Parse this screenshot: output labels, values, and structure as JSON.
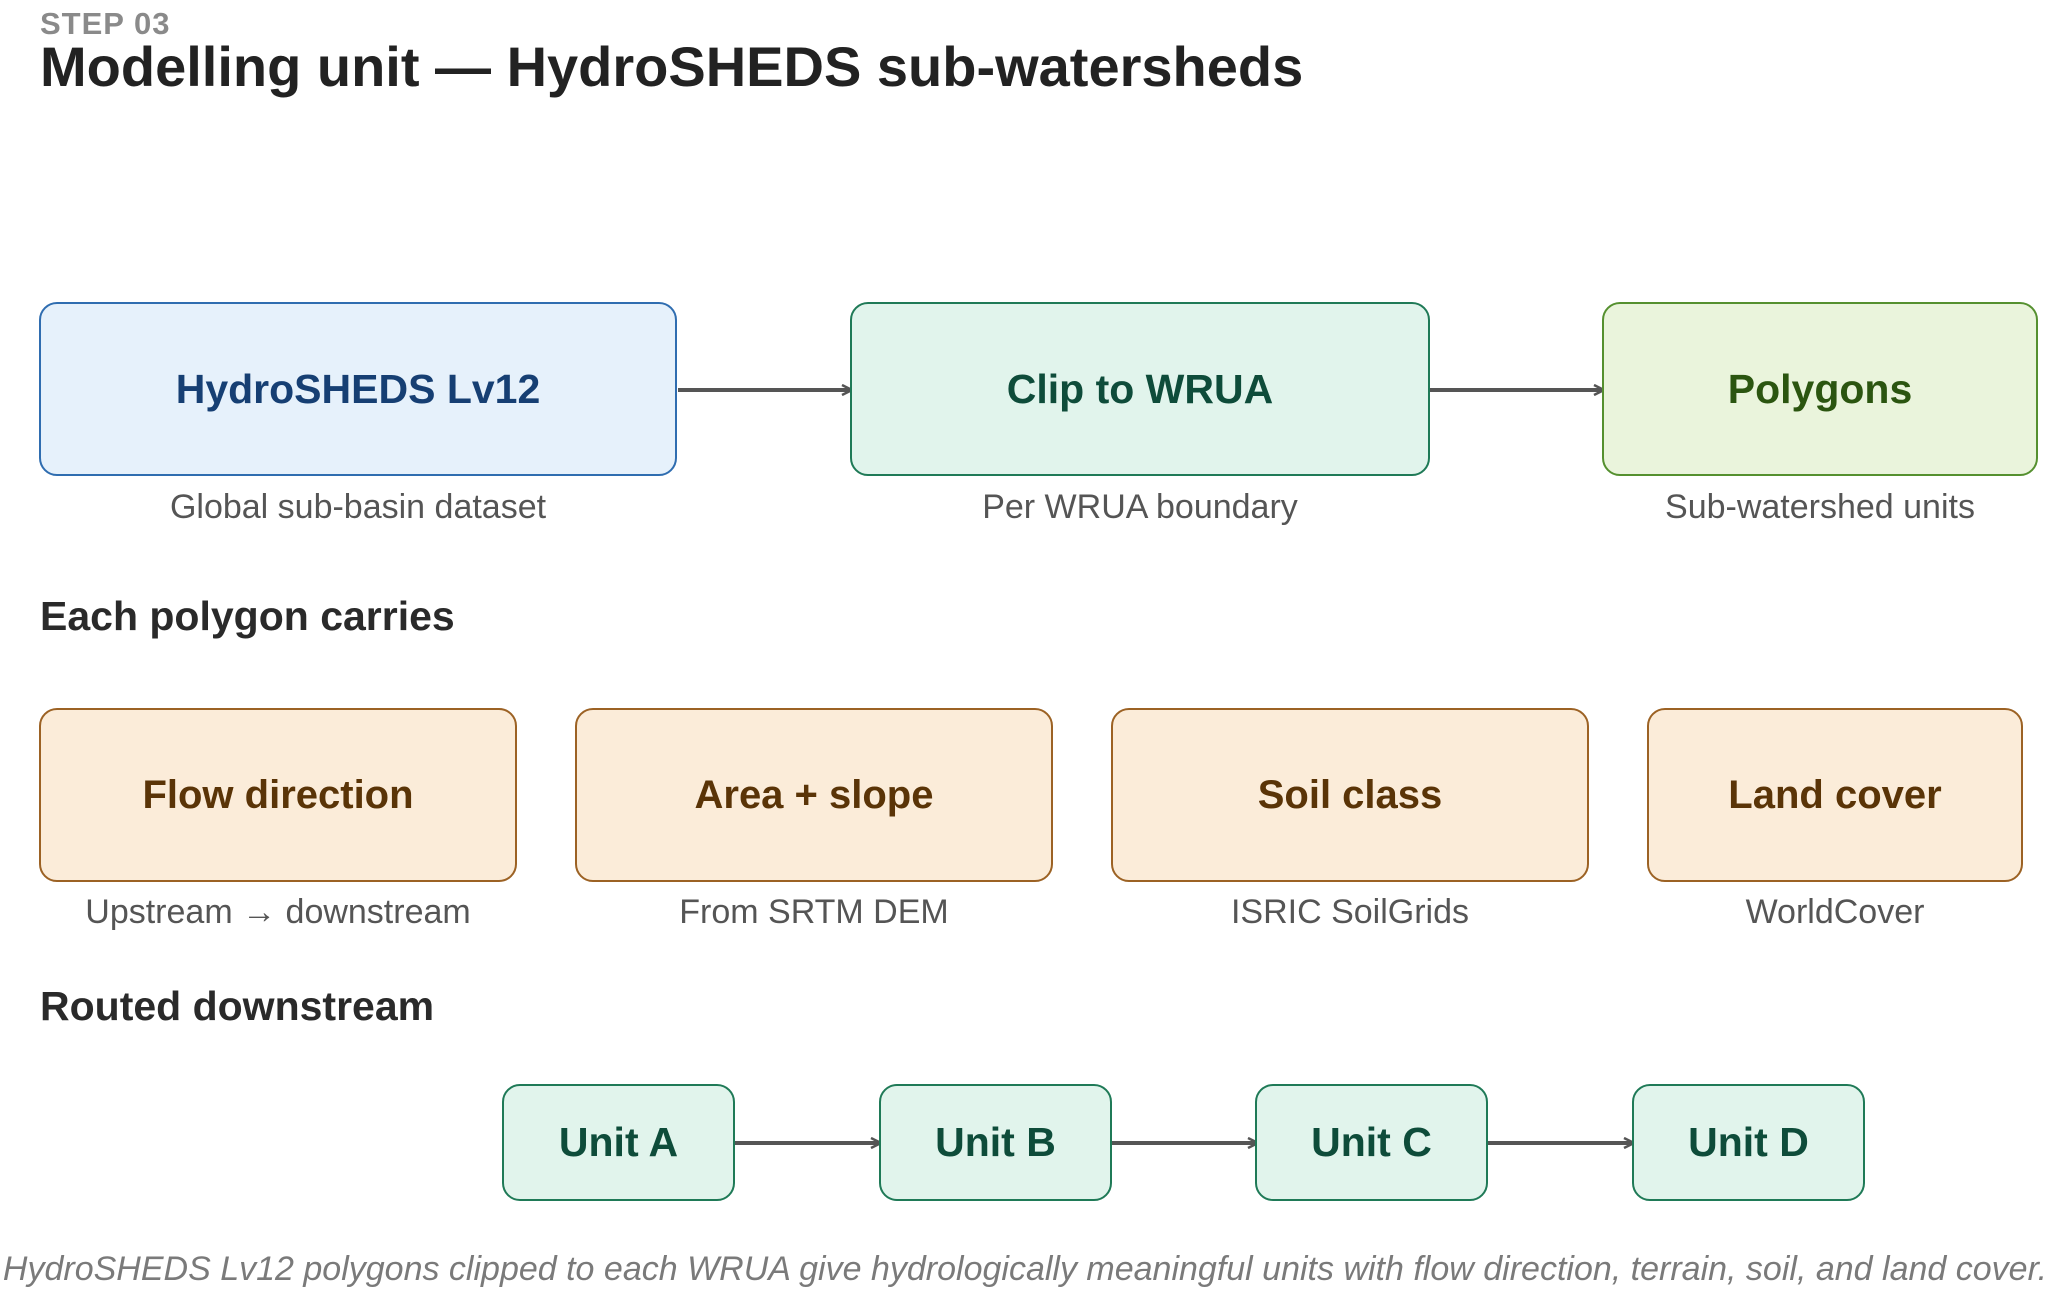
{
  "header": {
    "step": "STEP 03",
    "title": "Modelling unit — HydroSHEDS sub-watersheds"
  },
  "pipeline": [
    {
      "label": "HydroSHEDS Lv12",
      "sub": "Global sub-basin dataset",
      "color": "#e6f1fb"
    },
    {
      "label": "Clip to WRUA",
      "sub": "Per WRUA boundary",
      "color": "#e1f4ec"
    },
    {
      "label": "Polygons",
      "sub": "Sub-watershed units",
      "color": "#eaf4dc"
    }
  ],
  "attributes": {
    "heading": "Each polygon carries",
    "items": [
      {
        "label": "Flow direction",
        "sub": "Upstream → downstream"
      },
      {
        "label": "Area + slope",
        "sub": "From SRTM DEM"
      },
      {
        "label": "Soil class",
        "sub": "ISRIC SoilGrids"
      },
      {
        "label": "Land cover",
        "sub": "WorldCover"
      }
    ]
  },
  "routing": {
    "heading": "Routed downstream",
    "units": [
      "Unit A",
      "Unit B",
      "Unit C",
      "Unit D"
    ]
  },
  "caption": "HydroSHEDS Lv12 polygons clipped to each WRUA give hydrologically meaningful units with flow direction, terrain, soil, and land cover.",
  "colors": {
    "arrow": "#555555",
    "pipeline_blue_border": "#2f6db0",
    "teal_border": "#1f7a57",
    "lime_border": "#55902f",
    "amber_border": "#9c6224"
  }
}
